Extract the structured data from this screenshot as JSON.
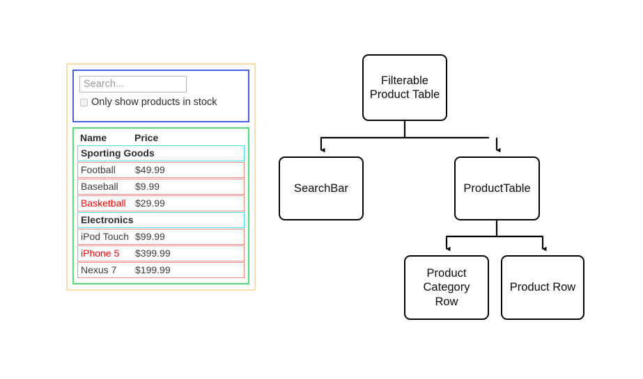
{
  "mockup": {
    "search": {
      "placeholder": "Search...",
      "value": "",
      "icon": "search-input"
    },
    "stock_filter": {
      "label": "Only show products in stock",
      "checked": false
    },
    "table": {
      "columns": [
        "Name",
        "Price"
      ],
      "rows": [
        {
          "type": "category",
          "name": "Sporting Goods"
        },
        {
          "type": "product",
          "name": "Football",
          "price": "$49.99",
          "in_stock": true
        },
        {
          "type": "product",
          "name": "Baseball",
          "price": "$9.99",
          "in_stock": true
        },
        {
          "type": "product",
          "name": "Basketball",
          "price": "$29.99",
          "in_stock": false
        },
        {
          "type": "category",
          "name": "Electronics"
        },
        {
          "type": "product",
          "name": "iPod Touch",
          "price": "$99.99",
          "in_stock": true
        },
        {
          "type": "product",
          "name": "iPhone 5",
          "price": "$399.99",
          "in_stock": false
        },
        {
          "type": "product",
          "name": "Nexus 7",
          "price": "$199.99",
          "in_stock": true
        }
      ]
    },
    "annotation_colors": {
      "filterable_product_table": "#fbddaa",
      "search_bar": "#4a5fe8",
      "product_table": "#4ce077",
      "product_category_row": "#44e3f0",
      "product_row": "#fa8a85",
      "out_of_stock_text": "#ff0000"
    }
  },
  "tree": {
    "nodes": {
      "filterable": "Filterable\nProduct Table",
      "filterable_line1": "Filterable",
      "filterable_line2": "Product Table",
      "searchbar": "SearchBar",
      "producttable": "ProductTable",
      "categoryrow_line1": "Product",
      "categoryrow_line2": "Category",
      "categoryrow_line3": "Row",
      "productrow": "Product Row"
    },
    "edge_color": "#000000"
  }
}
